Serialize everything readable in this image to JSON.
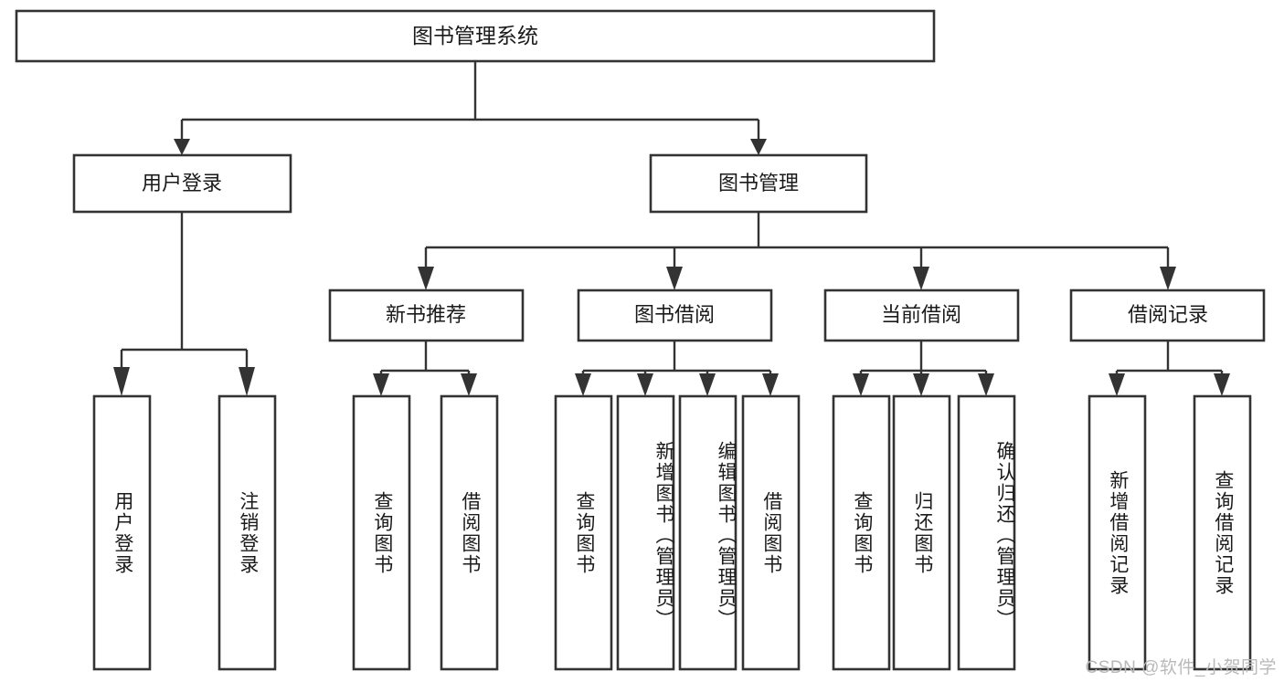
{
  "diagram": {
    "type": "tree-hierarchy-chart",
    "title": "图书管理系统",
    "orientation": "top-down",
    "colors": {
      "box_stroke": "#333333",
      "box_fill": "#ffffff",
      "connector": "#333333",
      "text": "#1a1a1a",
      "watermark": "#b9b9b9",
      "background": "#ffffff"
    },
    "root": {
      "label": "图书管理系统",
      "level": 0
    },
    "level2": [
      {
        "label": "用户登录"
      },
      {
        "label": "图书管理"
      }
    ],
    "level3": [
      {
        "label": "新书推荐"
      },
      {
        "label": "图书借阅"
      },
      {
        "label": "当前借阅"
      },
      {
        "label": "借阅记录"
      }
    ],
    "leaves": {
      "user_login": [
        {
          "label": "用户登录"
        },
        {
          "label": "注销登录"
        }
      ],
      "new_book_recommend": [
        {
          "label": "查询图书"
        },
        {
          "label": "借阅图书"
        }
      ],
      "book_borrow": [
        {
          "label": "查询图书"
        },
        {
          "label": "新增图书（管理员）"
        },
        {
          "label": "编辑图书（管理员）"
        },
        {
          "label": "借阅图书"
        }
      ],
      "current_borrow": [
        {
          "label": "查询图书"
        },
        {
          "label": "归还图书"
        },
        {
          "label": "确认归还（管理员）"
        }
      ],
      "borrow_records": [
        {
          "label": "新增借阅记录"
        },
        {
          "label": "查询借阅记录"
        }
      ]
    },
    "watermark": "CSDN @软件_小贺同学"
  }
}
